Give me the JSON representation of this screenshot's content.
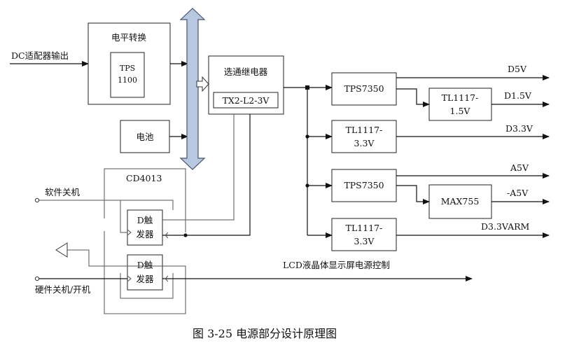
{
  "inputs": {
    "dc_adapter": "DC适配器输出",
    "soft_off": "软件关机",
    "hard_switch": "硬件关机/开机"
  },
  "level_shift": {
    "title": "电平转换",
    "chip_line1": "TPS",
    "chip_line2": "1100"
  },
  "battery": "电池",
  "relay": {
    "title": "选通继电器",
    "part": "TX2-L2-3V"
  },
  "cd4013": {
    "title": "CD4013",
    "ff1_line1": "D触",
    "ff1_line2": "发器",
    "ff2_line1": "D触",
    "ff2_line2": "发器"
  },
  "regulators": {
    "tps1": "TPS7350",
    "tl1_line1": "TL1117-",
    "tl1_line2": "1.5V",
    "tl2_line1": "TL1117-",
    "tl2_line2": "3.3V",
    "tps2": "TPS7350",
    "max": "MAX755",
    "tl3_line1": "TL1117-",
    "tl3_line2": "3.3V"
  },
  "outputs": {
    "d5v": "D5V",
    "d15v": "D1.5V",
    "d33v": "D3.3V",
    "a5v": "A5V",
    "neg_a5v": "-A5V",
    "d33varm": "D3.3VARM"
  },
  "lcd_label": "LCD液晶体显示屏电源控制",
  "caption": "图 3-25  电源部分设计原理图",
  "colors": {
    "stroke": "#111111",
    "bus_fill": "#b8c8e0",
    "bus_stroke": "#44556e"
  }
}
